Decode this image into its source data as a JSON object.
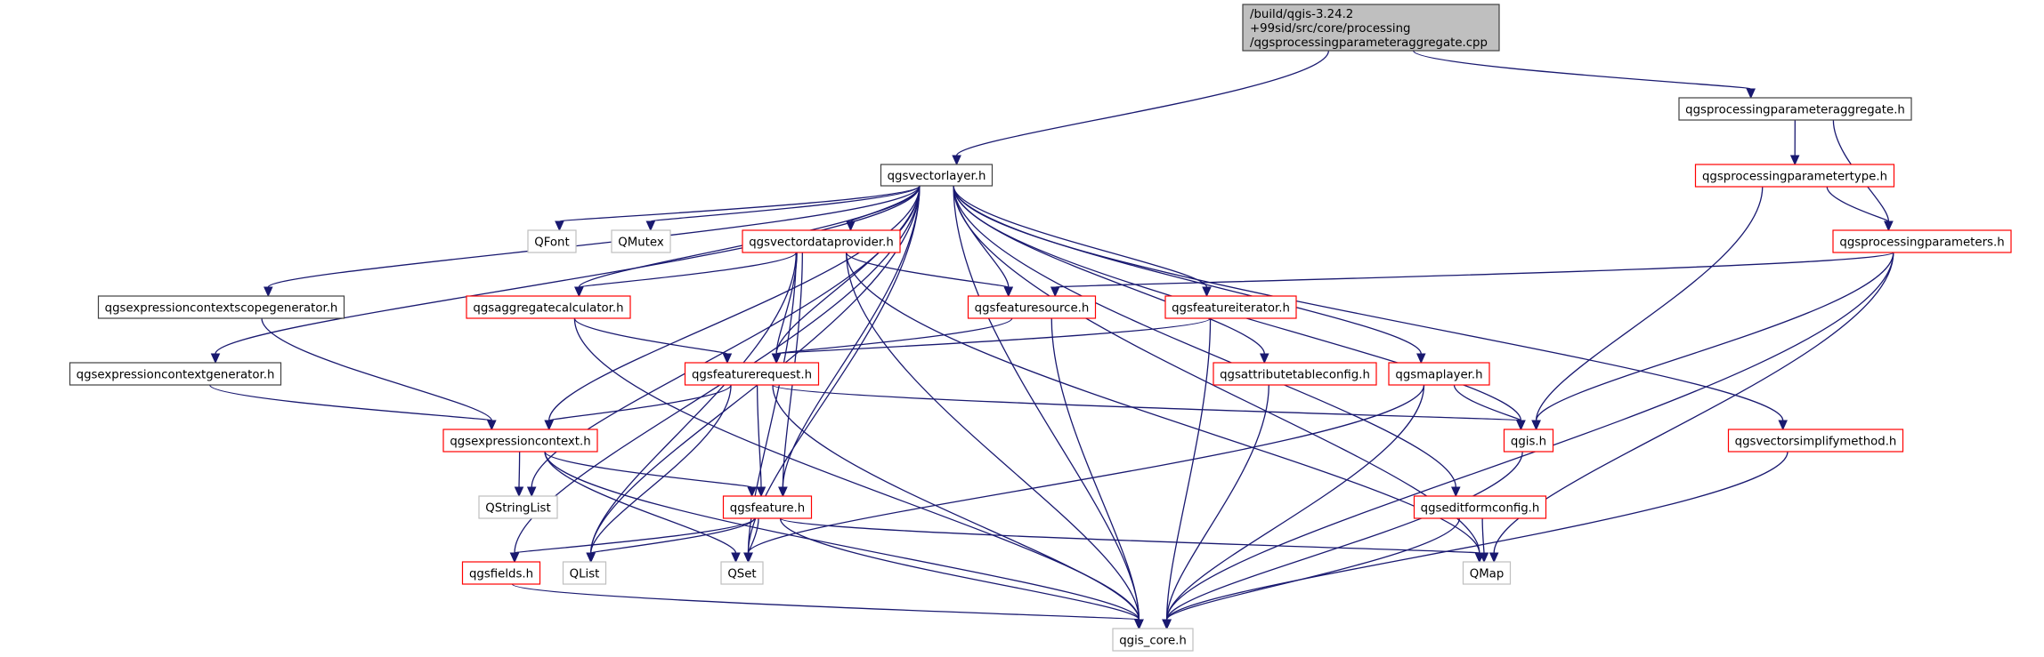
{
  "diagram": {
    "type": "include-dependency-graph",
    "edge_color": "#191970",
    "legend_colors": {
      "root_fill": "#bfbfbf",
      "documented_border": "#404040",
      "incomplete_border": "#ff0000",
      "external_border": "#bfbfbf"
    },
    "nodes": [
      {
        "id": "root",
        "style": "root",
        "lines": [
          "/build/qgis-3.24.2",
          "+99sid/src/core/processing",
          "/qgsprocessingparameteraggregate.cpp"
        ]
      },
      {
        "id": "qgsvectorlayer",
        "style": "black",
        "lines": [
          "qgsvectorlayer.h"
        ]
      },
      {
        "id": "qgsprocessingparameteraggregate",
        "style": "black",
        "lines": [
          "qgsprocessingparameteraggregate.h"
        ]
      },
      {
        "id": "qgsprocessingparametertype",
        "style": "red",
        "lines": [
          "qgsprocessingparametertype.h"
        ]
      },
      {
        "id": "qgsprocessingparameters",
        "style": "red",
        "lines": [
          "qgsprocessingparameters.h"
        ]
      },
      {
        "id": "QFont",
        "style": "gray",
        "lines": [
          "QFont"
        ]
      },
      {
        "id": "QMutex",
        "style": "gray",
        "lines": [
          "QMutex"
        ]
      },
      {
        "id": "qgsvectordataprovider",
        "style": "red",
        "lines": [
          "qgsvectordataprovider.h"
        ]
      },
      {
        "id": "qgsexpressioncontextscopegenerator",
        "style": "black",
        "lines": [
          "qgsexpressioncontextscopegenerator.h"
        ]
      },
      {
        "id": "qgsaggregatecalculator",
        "style": "red",
        "lines": [
          "qgsaggregatecalculator.h"
        ]
      },
      {
        "id": "qgsfeaturesource",
        "style": "red",
        "lines": [
          "qgsfeaturesource.h"
        ]
      },
      {
        "id": "qgsfeatureiterator",
        "style": "red",
        "lines": [
          "qgsfeatureiterator.h"
        ]
      },
      {
        "id": "qgsexpressioncontextgenerator",
        "style": "black",
        "lines": [
          "qgsexpressioncontextgenerator.h"
        ]
      },
      {
        "id": "qgsfeaturerequest",
        "style": "red",
        "lines": [
          "qgsfeaturerequest.h"
        ]
      },
      {
        "id": "qgsattributetableconfig",
        "style": "red",
        "lines": [
          "qgsattributetableconfig.h"
        ]
      },
      {
        "id": "qgsmaplayer",
        "style": "red",
        "lines": [
          "qgsmaplayer.h"
        ]
      },
      {
        "id": "qgsexpressioncontext",
        "style": "red",
        "lines": [
          "qgsexpressioncontext.h"
        ]
      },
      {
        "id": "qgis",
        "style": "red",
        "lines": [
          "qgis.h"
        ]
      },
      {
        "id": "qgsvectorsimplifymethod",
        "style": "red",
        "lines": [
          "qgsvectorsimplifymethod.h"
        ]
      },
      {
        "id": "QStringList",
        "style": "gray",
        "lines": [
          "QStringList"
        ]
      },
      {
        "id": "qgsfeature",
        "style": "red",
        "lines": [
          "qgsfeature.h"
        ]
      },
      {
        "id": "qgseditformconfig",
        "style": "red",
        "lines": [
          "qgseditformconfig.h"
        ]
      },
      {
        "id": "qgsfields",
        "style": "red",
        "lines": [
          "qgsfields.h"
        ]
      },
      {
        "id": "QList",
        "style": "gray",
        "lines": [
          "QList"
        ]
      },
      {
        "id": "QSet",
        "style": "gray",
        "lines": [
          "QSet"
        ]
      },
      {
        "id": "QMap",
        "style": "gray",
        "lines": [
          "QMap"
        ]
      },
      {
        "id": "qgis_core",
        "style": "gray",
        "lines": [
          "qgis_core.h"
        ]
      }
    ],
    "edges": [
      [
        "root",
        "qgsvectorlayer"
      ],
      [
        "root",
        "qgsprocessingparameteraggregate"
      ],
      [
        "qgsprocessingparameteraggregate",
        "qgsprocessingparametertype"
      ],
      [
        "qgsprocessingparameteraggregate",
        "qgsprocessingparameters"
      ],
      [
        "qgsprocessingparametertype",
        "qgsprocessingparameters"
      ],
      [
        "qgsprocessingparametertype",
        "qgis"
      ],
      [
        "qgsprocessingparameters",
        "qgsfeaturesource"
      ],
      [
        "qgsprocessingparameters",
        "qgis"
      ],
      [
        "qgsprocessingparameters",
        "QMap"
      ],
      [
        "qgsprocessingparameters",
        "qgis_core"
      ],
      [
        "qgsvectorlayer",
        "QFont"
      ],
      [
        "qgsvectorlayer",
        "QMutex"
      ],
      [
        "qgsvectorlayer",
        "qgsvectordataprovider"
      ],
      [
        "qgsvectorlayer",
        "qgsexpressioncontextscopegenerator"
      ],
      [
        "qgsvectorlayer",
        "qgsaggregatecalculator"
      ],
      [
        "qgsvectorlayer",
        "qgsfeaturesource"
      ],
      [
        "qgsvectorlayer",
        "qgsfeatureiterator"
      ],
      [
        "qgsvectorlayer",
        "qgsexpressioncontextgenerator"
      ],
      [
        "qgsvectorlayer",
        "qgsfeaturerequest"
      ],
      [
        "qgsvectorlayer",
        "qgsattributetableconfig"
      ],
      [
        "qgsvectorlayer",
        "qgsmaplayer"
      ],
      [
        "qgsvectorlayer",
        "qgsexpressioncontext"
      ],
      [
        "qgsvectorlayer",
        "qgis"
      ],
      [
        "qgsvectorlayer",
        "qgsvectorsimplifymethod"
      ],
      [
        "qgsvectorlayer",
        "QStringList"
      ],
      [
        "qgsvectorlayer",
        "qgsfeature"
      ],
      [
        "qgsvectorlayer",
        "qgseditformconfig"
      ],
      [
        "qgsvectorlayer",
        "qgsfields"
      ],
      [
        "qgsvectorlayer",
        "QList"
      ],
      [
        "qgsvectorlayer",
        "QSet"
      ],
      [
        "qgsvectorlayer",
        "QMap"
      ],
      [
        "qgsvectorlayer",
        "qgis_core"
      ],
      [
        "qgsvectordataprovider",
        "qgsaggregatecalculator"
      ],
      [
        "qgsvectordataprovider",
        "qgsfeaturesource"
      ],
      [
        "qgsvectordataprovider",
        "qgsfeaturerequest"
      ],
      [
        "qgsvectordataprovider",
        "qgsfeature"
      ],
      [
        "qgsvectordataprovider",
        "QList"
      ],
      [
        "qgsvectordataprovider",
        "QSet"
      ],
      [
        "qgsvectordataprovider",
        "QMap"
      ],
      [
        "qgsvectordataprovider",
        "qgis_core"
      ],
      [
        "qgsexpressioncontextscopegenerator",
        "qgsexpressioncontext"
      ],
      [
        "qgsexpressioncontextgenerator",
        "qgsexpressioncontext"
      ],
      [
        "qgsaggregatecalculator",
        "qgsfeaturerequest"
      ],
      [
        "qgsaggregatecalculator",
        "qgis_core"
      ],
      [
        "qgsfeaturesource",
        "qgsfeaturerequest"
      ],
      [
        "qgsfeaturesource",
        "qgis_core"
      ],
      [
        "qgsfeatureiterator",
        "qgsfeaturerequest"
      ],
      [
        "qgsfeatureiterator",
        "qgis_core"
      ],
      [
        "qgsfeaturerequest",
        "qgsexpressioncontext"
      ],
      [
        "qgsfeaturerequest",
        "qgsfeature"
      ],
      [
        "qgsfeaturerequest",
        "qgis"
      ],
      [
        "qgsfeaturerequest",
        "QList"
      ],
      [
        "qgsfeaturerequest",
        "qgis_core"
      ],
      [
        "qgsattributetableconfig",
        "qgis_core"
      ],
      [
        "qgsmaplayer",
        "qgis"
      ],
      [
        "qgsmaplayer",
        "QSet"
      ],
      [
        "qgsmaplayer",
        "qgis_core"
      ],
      [
        "qgsexpressioncontext",
        "QStringList"
      ],
      [
        "qgsexpressioncontext",
        "qgsfeature"
      ],
      [
        "qgsexpressioncontext",
        "QSet"
      ],
      [
        "qgsexpressioncontext",
        "qgis_core"
      ],
      [
        "qgis",
        "qgis_core"
      ],
      [
        "qgsvectorsimplifymethod",
        "qgis_core"
      ],
      [
        "qgsfeature",
        "qgsfields"
      ],
      [
        "qgsfeature",
        "QList"
      ],
      [
        "qgsfeature",
        "QSet"
      ],
      [
        "qgsfeature",
        "QMap"
      ],
      [
        "qgsfeature",
        "qgis_core"
      ],
      [
        "qgseditformconfig",
        "QMap"
      ],
      [
        "qgseditformconfig",
        "qgis_core"
      ],
      [
        "qgsfields",
        "qgis_core"
      ]
    ]
  }
}
